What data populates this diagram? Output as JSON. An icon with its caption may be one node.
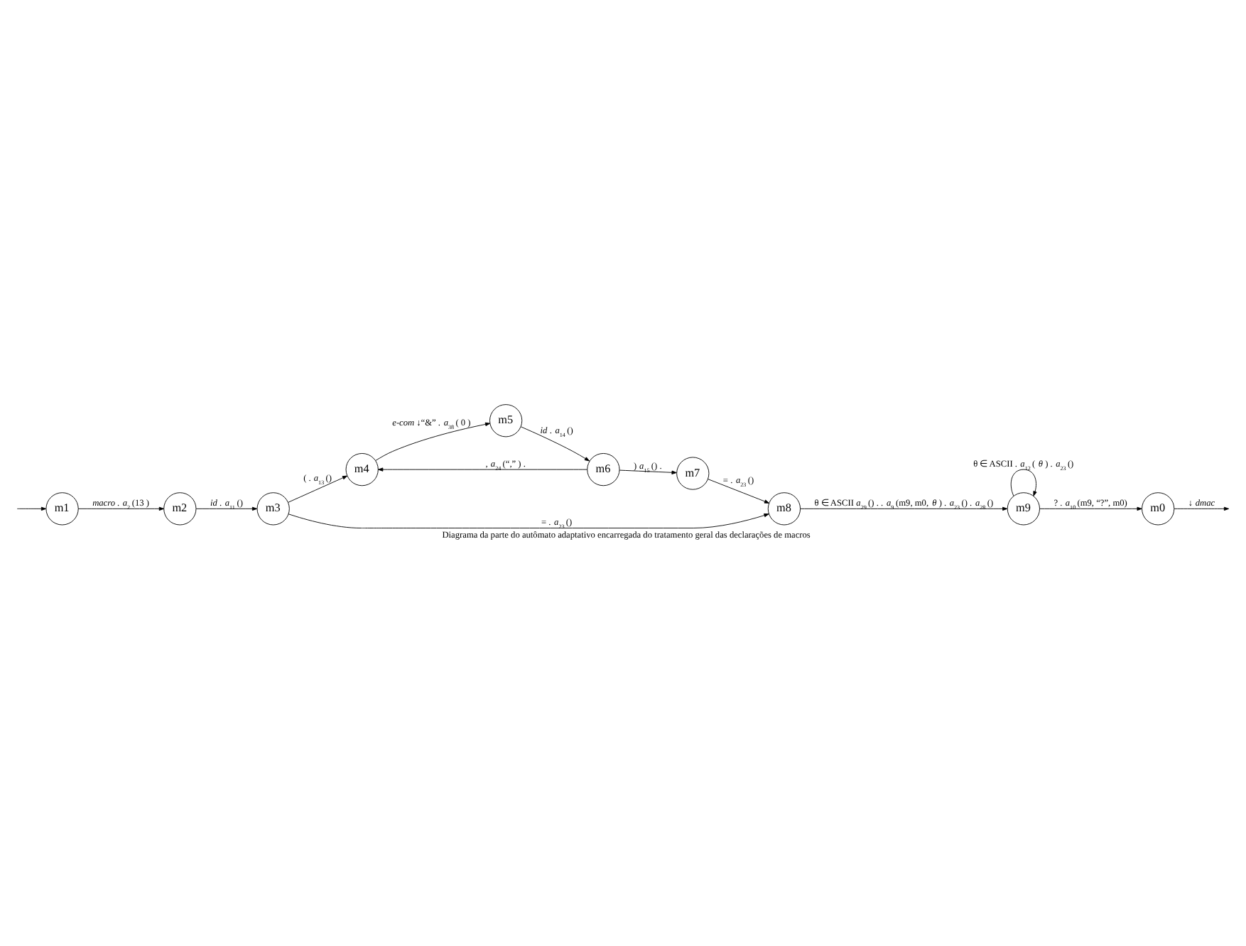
{
  "diagram": {
    "caption": "Diagrama da parte do autômato adaptativo encarregada do tratamento geral das declarações de macros",
    "nodes": [
      {
        "text": [
          "m1"
        ]
      },
      {
        "text": [
          "m2"
        ]
      },
      {
        "text": [
          "m3"
        ]
      },
      {
        "text": [
          "m4"
        ]
      },
      {
        "text": [
          "m5"
        ]
      },
      {
        "text": [
          "m6"
        ]
      },
      {
        "text": [
          "m7"
        ]
      },
      {
        "text": [
          "m8"
        ]
      },
      {
        "text": [
          "m9"
        ]
      },
      {
        "text": [
          "m0"
        ]
      }
    ],
    "edges": [
      {
        "from": null,
        "to": 0,
        "arrow": "to"
      },
      {
        "from": 0,
        "to": 1,
        "arrow": "to",
        "label": "*macro* . *a*$_{2}$ (13 )"
      },
      {
        "from": 1,
        "to": 2,
        "arrow": "to",
        "label": "*id* . *a*$_{11}$ ()"
      },
      {
        "from": 2,
        "to": 3,
        "arrow": "to",
        "label": "( . *a*$_{13}$ ()"
      },
      {
        "from": 3,
        "to": 4,
        "arrow": "to",
        "label": "*e-com* ↓“&” . *a*$_{38}$ ( 0 )"
      },
      {
        "from": 4,
        "to": 5,
        "arrow": "to",
        "label": "*id* . *a*$_{14}$ ()"
      },
      {
        "from": 5,
        "to": 6,
        "arrow": "to",
        "label": ") *a*$_{15}$ () ."
      },
      {
        "from": 5,
        "to": 3,
        "arrow": "to",
        "label": ", *a*$_{24}$ (“,” ) ."
      },
      {
        "from": 2,
        "to": 7,
        "arrow": "to",
        "label": "= . *a*$_{23}$ ()"
      },
      {
        "from": 6,
        "to": 7,
        "arrow": "to",
        "label": "= . *a*$_{23}$ ()"
      },
      {
        "from": 7,
        "to": 8,
        "arrow": "to",
        "label": "θ ∈ ASCII *a*$_{29}$ () . . *a*$_{9}$ (m9, m0, *θ* ) . *a*$_{23}$ () . *a*$_{28}$ ()"
      },
      {
        "from": 8,
        "to": 8,
        "arrow": "to",
        "label": "θ ∈ ASCII . *a*$_{12}$ ( *θ* ) . *a*$_{23}$ ()"
      },
      {
        "from": 8,
        "to": 9,
        "arrow": "to",
        "label": "? . *a*$_{10}$ (m9, “?”, m0)"
      },
      {
        "from": 9,
        "to": null,
        "arrow": "to",
        "label": "↓ *dmac*"
      }
    ]
  }
}
